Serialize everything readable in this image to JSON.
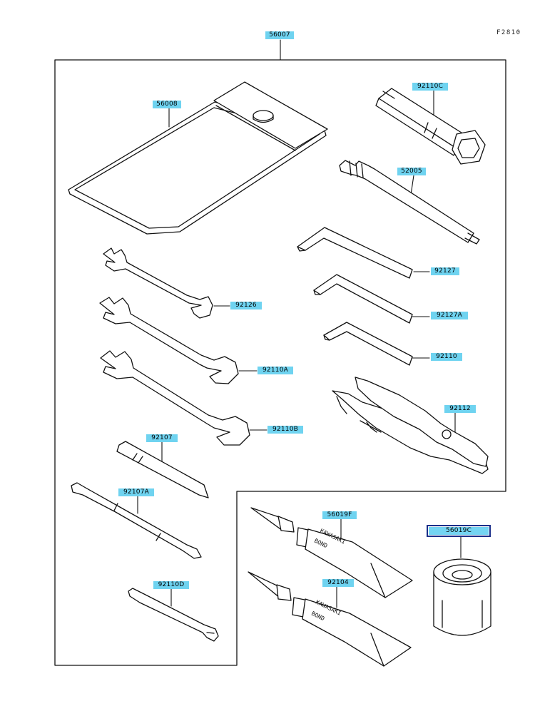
{
  "figure_code": "F2810",
  "parts": [
    {
      "id": "p-56007",
      "number": "56007"
    },
    {
      "id": "p-56008",
      "number": "56008"
    },
    {
      "id": "p-92110C",
      "number": "92110C"
    },
    {
      "id": "p-52005",
      "number": "52005"
    },
    {
      "id": "p-92127",
      "number": "92127"
    },
    {
      "id": "p-92127A",
      "number": "92127A"
    },
    {
      "id": "p-92110",
      "number": "92110"
    },
    {
      "id": "p-92126",
      "number": "92126"
    },
    {
      "id": "p-92110A",
      "number": "92110A"
    },
    {
      "id": "p-92110B",
      "number": "92110B"
    },
    {
      "id": "p-92112",
      "number": "92112"
    },
    {
      "id": "p-92107",
      "number": "92107"
    },
    {
      "id": "p-92107A",
      "number": "92107A"
    },
    {
      "id": "p-92110D",
      "number": "92110D"
    },
    {
      "id": "p-56019F",
      "number": "56019F"
    },
    {
      "id": "p-92104",
      "number": "92104"
    },
    {
      "id": "p-56019C",
      "number": "56019C",
      "selected": true
    }
  ],
  "tube_print": [
    "KAWASAKI",
    "BOND"
  ]
}
